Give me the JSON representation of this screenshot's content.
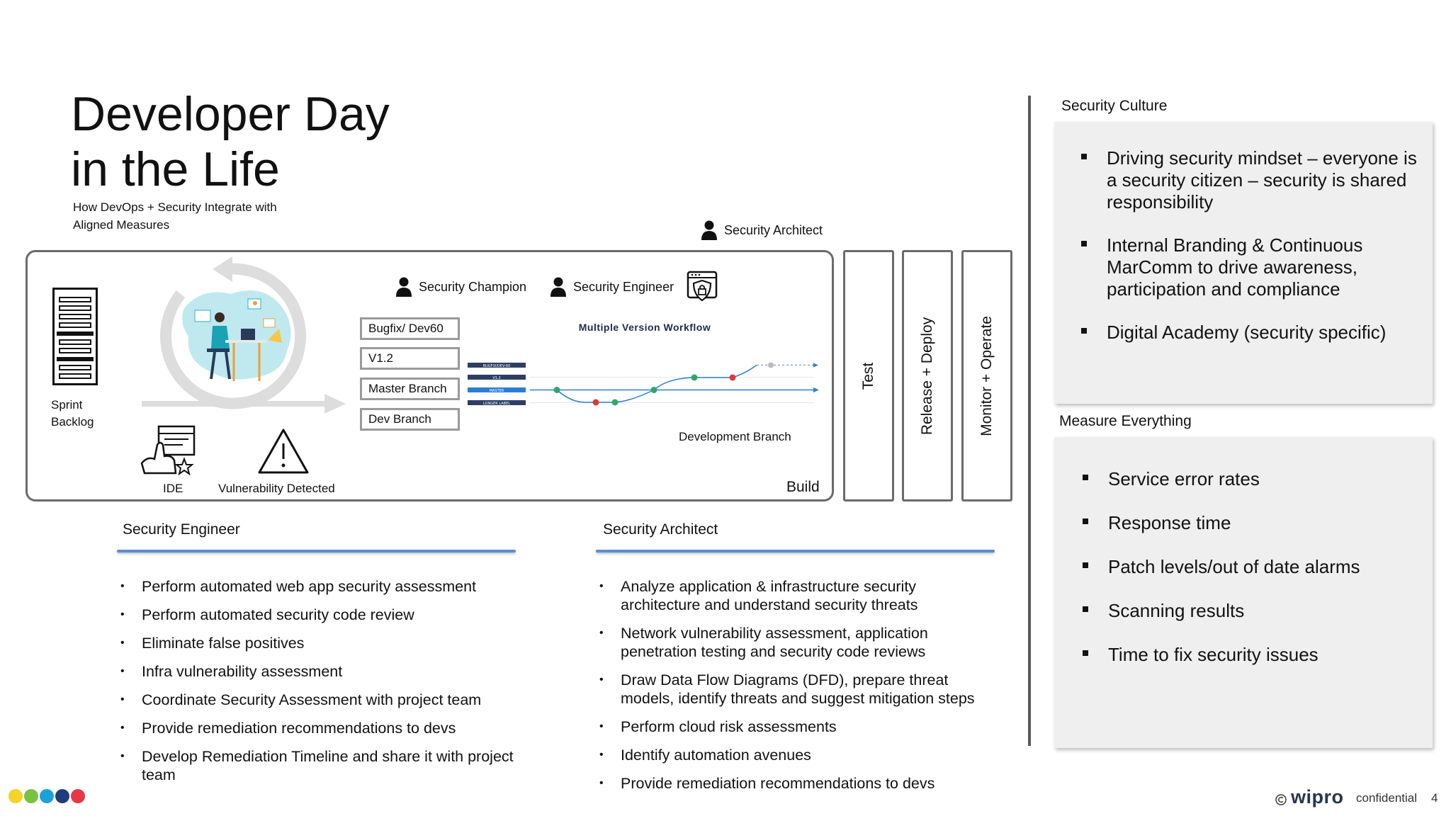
{
  "title_line1": "Developer Day",
  "title_line2": "in the Life",
  "subtitle": "How DevOps + Security Integrate with Aligned Measures",
  "diagram": {
    "roles": {
      "champion": "Security Champion",
      "engineer": "Security Engineer",
      "architect": "Security Architect"
    },
    "sprint_backlog_line1": "Sprint",
    "sprint_backlog_line2": "Backlog",
    "ide": "IDE",
    "vulnerability": "Vulnerability Detected",
    "workflow_title": "Multiple Version Workflow",
    "branches": [
      "Bugfix/ Dev60",
      "V1.2",
      "Master Branch",
      "Dev Branch"
    ],
    "lane_labels": [
      "BUGFIX/DEV-60",
      "V1.2",
      "MASTER",
      "LONGER LABEL"
    ],
    "development_branch": "Development Branch",
    "build": "Build",
    "phases": [
      "Test",
      "Release + Deploy",
      "Monitor + Operate"
    ]
  },
  "security_engineer": {
    "heading": "Security Engineer",
    "items": [
      "Perform automated web app security assessment",
      "Perform automated security code review",
      "Eliminate false positives",
      "Infra vulnerability assessment",
      "Coordinate Security Assessment with project team",
      "Provide remediation recommendations to devs",
      "Develop Remediation Timeline and share it with project team"
    ]
  },
  "security_architect": {
    "heading": "Security Architect",
    "items": [
      "Analyze application & infrastructure security architecture and understand security threats",
      "Network vulnerability assessment, application penetration testing and security code reviews",
      "Draw Data Flow Diagrams (DFD), prepare threat models, identify threats and suggest mitigation steps",
      "Perform cloud risk assessments",
      "Identify automation avenues",
      "Provide remediation recommendations to devs"
    ]
  },
  "security_culture": {
    "heading": "Security Culture",
    "items": [
      "Driving security mindset – everyone is a security citizen – security is shared responsibility",
      "Internal Branding & Continuous MarComm to drive awareness, participation and compliance",
      "Digital Academy (security specific)"
    ]
  },
  "measure_everything": {
    "heading": "Measure Everything",
    "items": [
      "Service error rates",
      "Response time",
      "Patch levels/out of date alarms",
      "Scanning results",
      "Time to fix security issues"
    ]
  },
  "footer": {
    "brand": "wipro",
    "confidential": "confidential",
    "page": "4"
  },
  "colors": {
    "dots": [
      "#f5d327",
      "#7ac143",
      "#1ba1dc",
      "#1f3d7a",
      "#e63946"
    ],
    "accent_rule": "#5b8ed0",
    "lane_master": "#2a7fd4",
    "lane_dark": "#2c3e66",
    "commit_green": "#2ea86a",
    "commit_red": "#d93a3a"
  }
}
